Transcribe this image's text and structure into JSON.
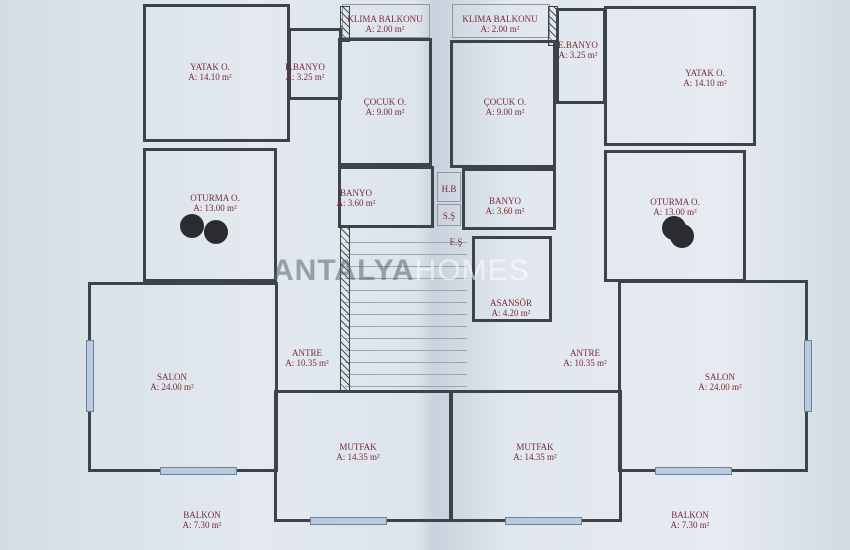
{
  "watermark": {
    "brand_a": "ANTALYA",
    "brand_b": "HOMES"
  },
  "colors": {
    "label": "#7a2a35",
    "wall": "#3c434c",
    "paper": "#e1e7ee"
  },
  "rooms": [
    {
      "name": "KLIMA BALKONU",
      "area": "A: 2.00 m²"
    },
    {
      "name": "KLIMA BALKONU",
      "area": "A: 2.00 m²"
    },
    {
      "name": "YATAK O.",
      "area": "A: 14.10 m²"
    },
    {
      "name": "E.BANYO",
      "area": "A: 3.25 m²"
    },
    {
      "name": "E.BANYO",
      "area": "A: 3.25 m²"
    },
    {
      "name": "YATAK O.",
      "area": "A: 14.10 m²"
    },
    {
      "name": "ÇOCUK O.",
      "area": "A: 9.00 m²"
    },
    {
      "name": "ÇOCUK O.",
      "area": "A: 9.00 m²"
    },
    {
      "name": "OTURMA O.",
      "area": "A: 13.00 m²"
    },
    {
      "name": "BANYO",
      "area": "A: 3.60 m²"
    },
    {
      "name": "BANYO",
      "area": "A: 3.60 m²"
    },
    {
      "name": "OTURMA O.",
      "area": "A: 13.00 m²"
    },
    {
      "name": "ASANSÖR",
      "area": "A: 4.20 m²"
    },
    {
      "name": "SALON",
      "area": "A: 24.00 m²"
    },
    {
      "name": "ANTRE",
      "area": "A: 10.35 m²"
    },
    {
      "name": "ANTRE",
      "area": "A: 10.35 m²"
    },
    {
      "name": "SALON",
      "area": "A: 24.00 m²"
    },
    {
      "name": "MUTFAK",
      "area": "A: 14.35 m²"
    },
    {
      "name": "MUTFAK",
      "area": "A: 14.35 m²"
    },
    {
      "name": "BALKON",
      "area": "A: 7.30 m²"
    },
    {
      "name": "BALKON",
      "area": "A: 7.30 m²"
    }
  ],
  "shafts": {
    "hb": "H.B",
    "ss": "S.Ş",
    "es": "E.Ş"
  }
}
